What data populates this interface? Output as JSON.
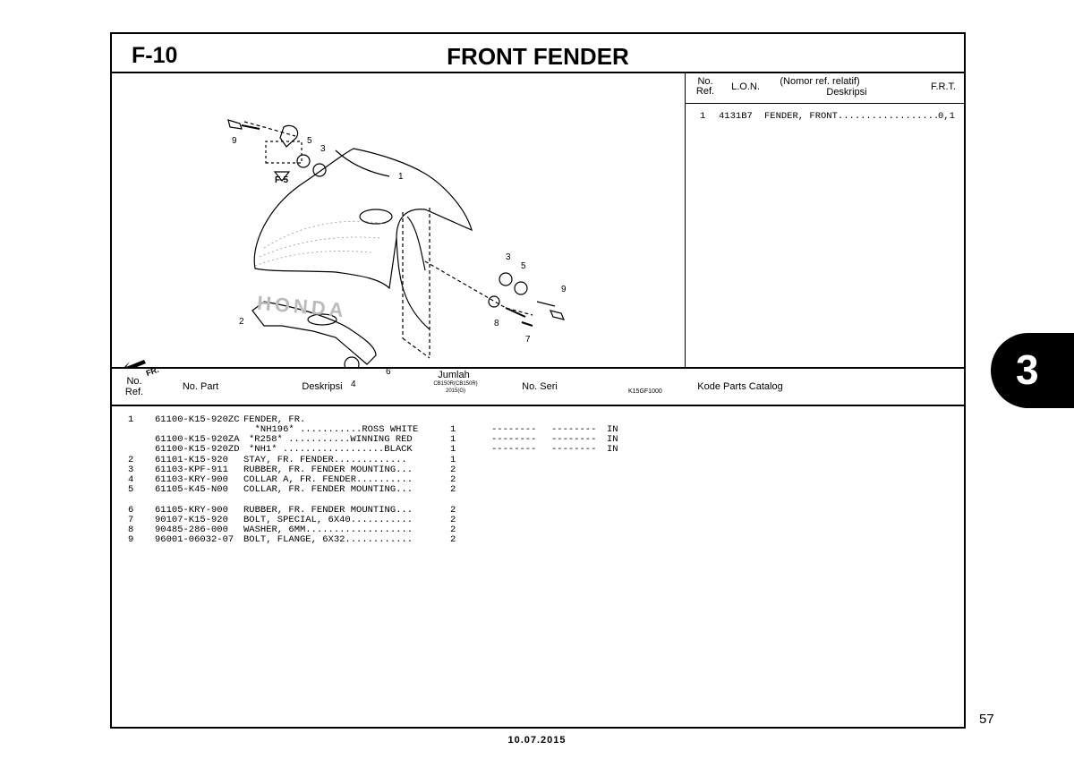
{
  "header": {
    "section_code": "F-10",
    "title": "FRONT FENDER"
  },
  "diagram": {
    "callouts": [
      "9",
      "5",
      "3",
      "1",
      "3",
      "5",
      "9",
      "2",
      "8",
      "7",
      "6",
      "4"
    ],
    "ref_label": "F-5",
    "direction_label": "FR.",
    "figure_code": "K15GF1000",
    "brand_watermark": "HONDA"
  },
  "lon_panel": {
    "headers": {
      "no_ref": "No.\nRef.",
      "lon": "L.O.N.",
      "desc_top": "(Nomor ref. relatif)",
      "desc_bottom": "Deskripsi",
      "frt": "F.R.T."
    },
    "rows": [
      {
        "ref": "1",
        "lon": "4131B7",
        "desc": "FENDER, FRONT..................",
        "frt": "0,1"
      }
    ]
  },
  "parts_table": {
    "headers": {
      "no_ref": "No.\nRef.",
      "part_no": "No. Part",
      "desc": "Deskripsi",
      "qty_title": "Jumlah",
      "qty_model": "CB150R(CB150R)",
      "qty_year": "2015(G)",
      "serial": "No. Seri",
      "catalog_code": "Kode Parts Catalog"
    },
    "rows": [
      {
        "ref": "1",
        "part": "61100-K15-920ZC",
        "desc": "FENDER, FR.",
        "qty": "",
        "serial1": "",
        "serial2": "",
        "note": ""
      },
      {
        "ref": "",
        "part": "",
        "desc": "  *NH196* ...........ROSS WHITE",
        "qty": "1",
        "serial1": "--------",
        "serial2": "--------",
        "note": "IN"
      },
      {
        "ref": "",
        "part": "61100-K15-920ZA",
        "desc": "*R258* ...........WINNING RED",
        "qty": "1",
        "serial1": "--------",
        "serial2": "--------",
        "note": "IN"
      },
      {
        "ref": "",
        "part": "61100-K15-920ZD",
        "desc": "*NH1* ..................BLACK",
        "qty": "1",
        "serial1": "--------",
        "serial2": "--------",
        "note": "IN"
      },
      {
        "ref": "2",
        "part": "61101-K15-920",
        "desc": "STAY, FR. FENDER.............",
        "qty": "1",
        "serial1": "",
        "serial2": "",
        "note": ""
      },
      {
        "ref": "3",
        "part": "61103-KPF-911",
        "desc": "RUBBER, FR. FENDER MOUNTING...",
        "qty": "2",
        "serial1": "",
        "serial2": "",
        "note": ""
      },
      {
        "ref": "4",
        "part": "61103-KRY-900",
        "desc": "COLLAR A, FR. FENDER..........",
        "qty": "2",
        "serial1": "",
        "serial2": "",
        "note": ""
      },
      {
        "ref": "5",
        "part": "61105-K45-N00",
        "desc": "COLLAR, FR. FENDER MOUNTING...",
        "qty": "2",
        "serial1": "",
        "serial2": "",
        "note": ""
      },
      {
        "ref": "6",
        "part": "61105-KRY-900",
        "desc": "RUBBER, FR. FENDER MOUNTING...",
        "qty": "2",
        "serial1": "",
        "serial2": "",
        "note": ""
      },
      {
        "ref": "7",
        "part": "90107-K15-920",
        "desc": "BOLT, SPECIAL, 6X40...........",
        "qty": "2",
        "serial1": "",
        "serial2": "",
        "note": ""
      },
      {
        "ref": "8",
        "part": "90485-286-000",
        "desc": "WASHER, 6MM...................",
        "qty": "2",
        "serial1": "",
        "serial2": "",
        "note": ""
      },
      {
        "ref": "9",
        "part": "96001-06032-07",
        "desc": "BOLT, FLANGE, 6X32............",
        "qty": "2",
        "serial1": "",
        "serial2": "",
        "note": ""
      }
    ]
  },
  "chapter_tab": {
    "number": "3"
  },
  "footer": {
    "page_number": "57",
    "date": "10.07.2015"
  }
}
